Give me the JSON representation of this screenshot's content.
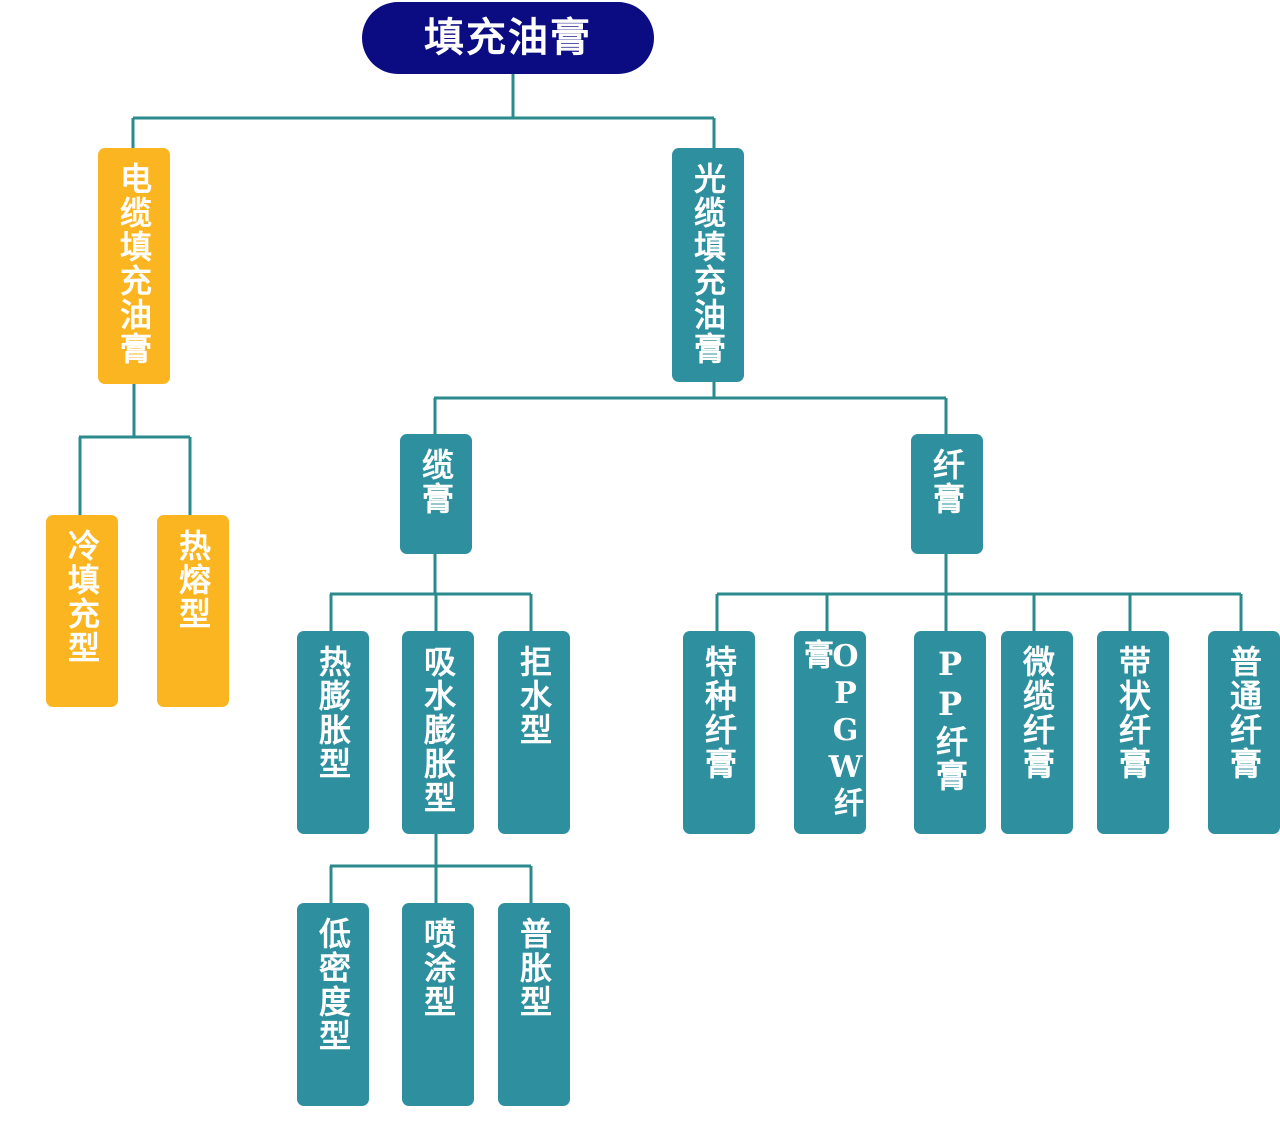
{
  "colors": {
    "root": "#0b0b82",
    "cable": "#fbb520",
    "fiber": "#2e8f9e",
    "line": "#2a8a8c"
  },
  "root": {
    "label": "填充油膏"
  },
  "cable_grease": {
    "label": "电缆填充油膏",
    "children": [
      "冷填充型",
      "热熔型"
    ]
  },
  "optical_grease": {
    "label": "光缆填充油膏"
  },
  "cable_paste": {
    "label": "缆膏",
    "children": [
      "热膨胀型",
      "吸水膨胀型",
      "拒水型"
    ]
  },
  "water_swell": {
    "children": [
      "低密度型",
      "喷涂型",
      "普胀型"
    ]
  },
  "fiber_paste": {
    "label": "纤膏",
    "children": [
      "特种纤膏",
      "OPGW纤膏",
      "PP纤膏",
      "微缆纤膏",
      "带状纤膏",
      "普通纤膏"
    ]
  }
}
